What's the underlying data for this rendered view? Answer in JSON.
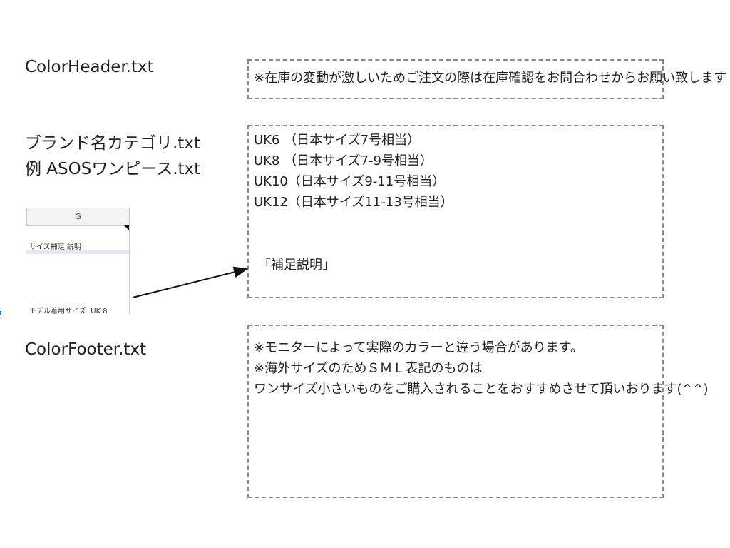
{
  "labels": {
    "color_header": "ColorHeader.txt",
    "brand_category": "ブランド名カテゴリ.txt",
    "example": "例 ASOSワンピース.txt",
    "color_footer": "ColorFooter.txt"
  },
  "header_box": {
    "text": "※在庫の変動が激しいためご注文の際は在庫確認をお問合わせからお願い致します"
  },
  "size_box": {
    "lines": [
      "UK6 （日本サイズ7号相当）",
      "UK8 （日本サイズ7-9号相当）",
      "UK10（日本サイズ9-11号相当）",
      "UK12（日本サイズ11-13号相当）"
    ],
    "note": "「補足説明」"
  },
  "footer_box": {
    "lines": [
      "※モニターによって実際のカラーと違う場合があります。",
      "※海外サイズのためＳＭＬ表記のものは",
      "ワンサイズ小さいものをご購入されることをおすすめさせて頂いおります(^^)"
    ]
  },
  "spreadsheet": {
    "column_header": "G",
    "cell_1": "サイズ補足 説明",
    "cell_2": "モデル着用サイズ: UK 8"
  }
}
